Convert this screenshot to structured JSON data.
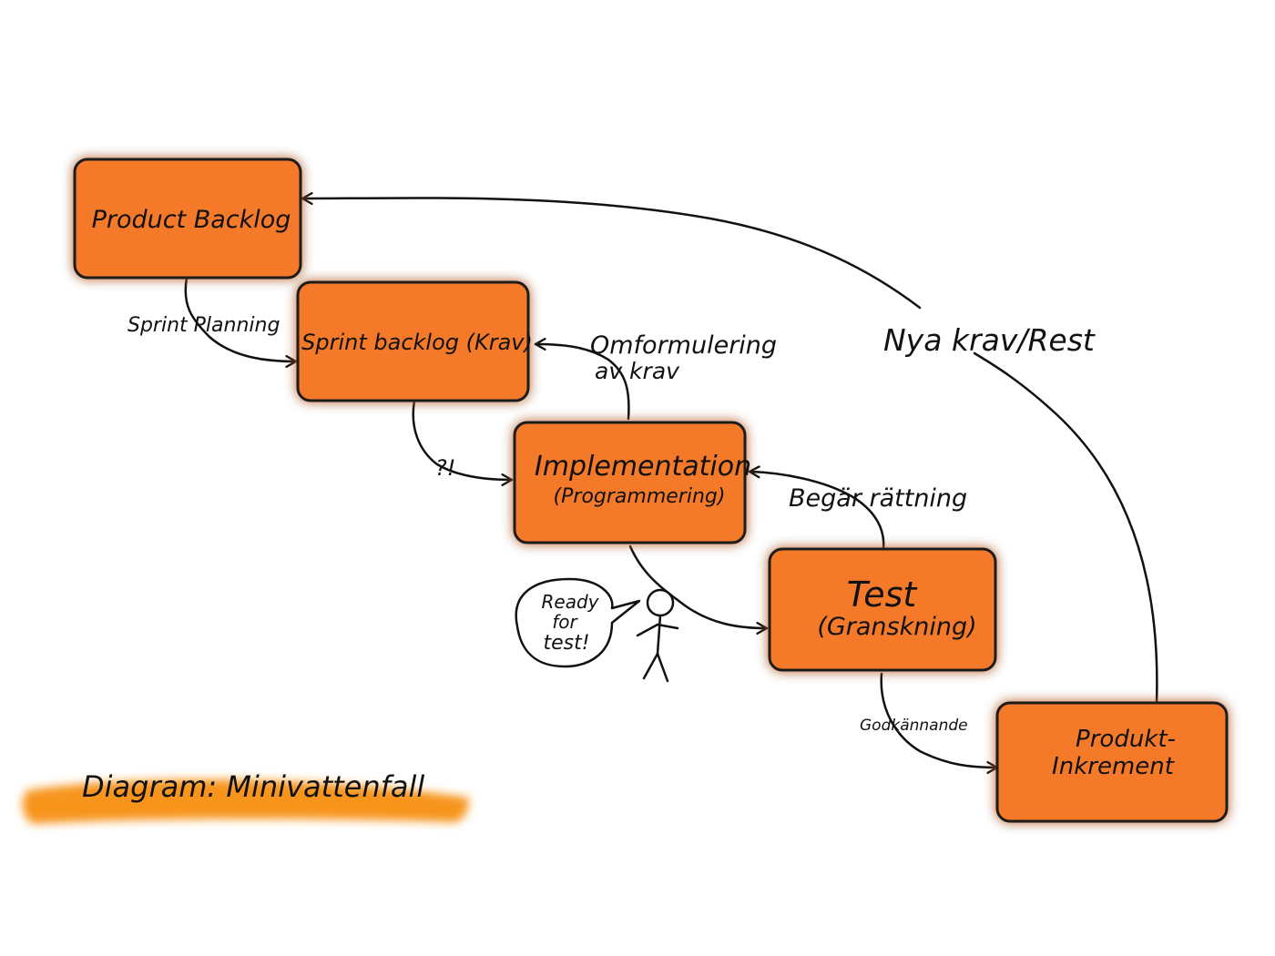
{
  "nodes": {
    "product_backlog": {
      "line1": "Product Backlog"
    },
    "sprint_backlog": {
      "line1": "Sprint backlog (Krav)"
    },
    "implementation": {
      "line1": "Implementation",
      "line2": "(Programmering)"
    },
    "test": {
      "line1": "Test",
      "line2": "(Granskning)"
    },
    "produkt_inkrement": {
      "line1": "Produkt-",
      "line2": "Inkrement"
    }
  },
  "edges": {
    "sprint_planning": "Sprint Planning",
    "question": "?!",
    "omformulering_line1": "Omformulering",
    "omformulering_line2": "av krav",
    "begar_rattning": "Begär rättning",
    "godkannande": "Godkännande",
    "nya_krav": "Nya krav/Rest"
  },
  "speech_bubble": {
    "line1": "Ready",
    "line2": "for",
    "line3": "test!"
  },
  "caption": "Diagram: Minivattenfall",
  "colors": {
    "box_fill": "#f47a2a",
    "glow": "#ff8a2e",
    "caption_highlight": "#f7941d"
  }
}
